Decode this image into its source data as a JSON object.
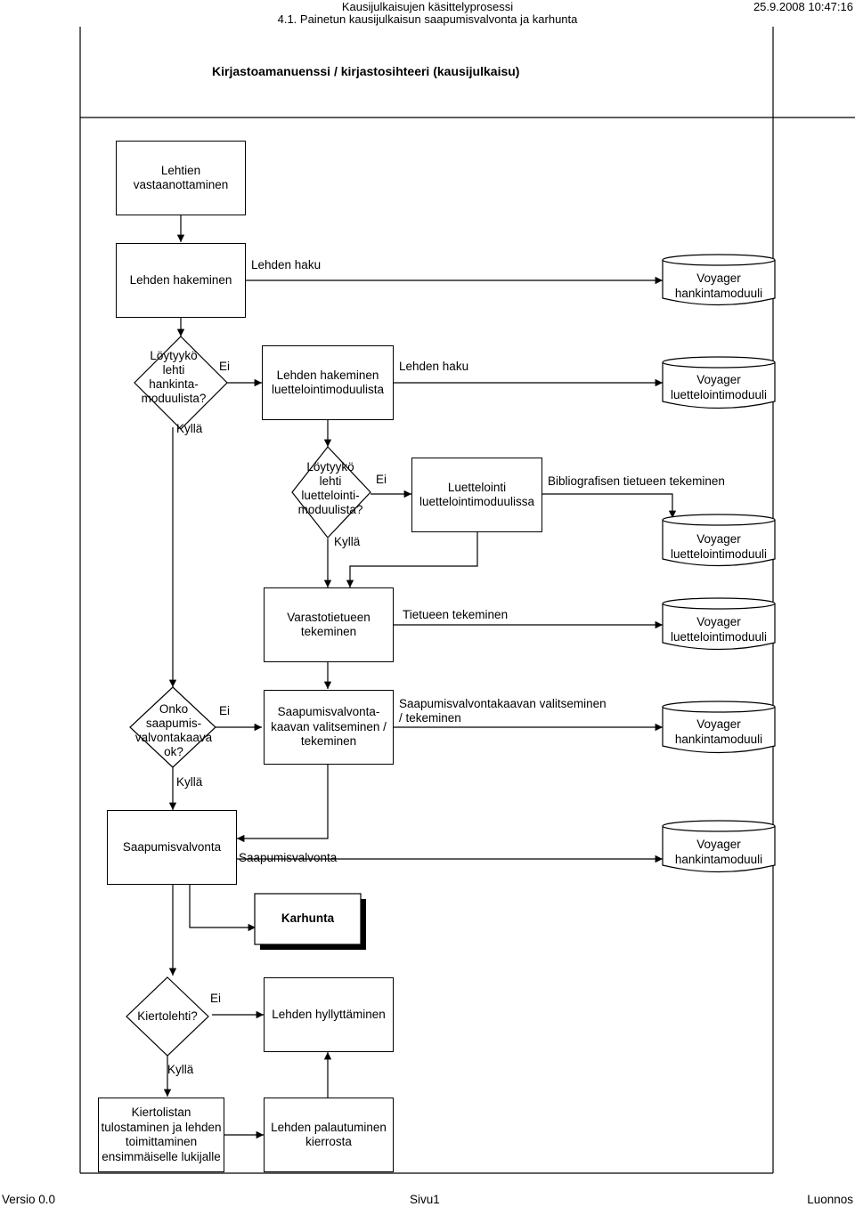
{
  "header": {
    "process": "Kausijulkaisujen käsittelyprosessi",
    "subprocess": "4.1. Painetun kausijulkaisun saapumisvalvonta ja karhunta",
    "datetime": "25.9.2008 10:47:16"
  },
  "lane_title": "Kirjastoamanuenssi / kirjastosihteeri (kausijulkaisu)",
  "boxes": {
    "vastaanotto": [
      "Lehtien",
      "vastaanottaminen"
    ],
    "hakeminen": "Lehden hakeminen",
    "hakeminen_luettelo": [
      "Lehden hakeminen",
      "luettelointimoduulista"
    ],
    "luettelointi": [
      "Luettelointi",
      "luettelointimoduulissa"
    ],
    "varasto": [
      "Varastotietueen",
      "tekeminen"
    ],
    "kaava": [
      "Saapumisvalvonta-",
      "kaavan valitseminen /",
      "tekeminen"
    ],
    "saapumisvalvonta": "Saapumisvalvonta",
    "karhunta": "Karhunta",
    "hyllyttaminen": "Lehden hyllyttäminen",
    "kiertolista": [
      "Kiertolistan",
      "tulostaminen ja lehden",
      "toimittaminen",
      "ensimmäiselle lukijalle"
    ],
    "palautuminen": [
      "Lehden palautuminen",
      "kierrosta"
    ]
  },
  "decisions": {
    "d1": [
      "Löytyykö",
      "lehti",
      "hankinta-",
      "moduulista?"
    ],
    "d2": [
      "Löytyykö",
      "lehti",
      "luettelointi-",
      "moduulista?"
    ],
    "d3": [
      "Onko",
      "saapumis-",
      "valvontakaava",
      "ok?"
    ],
    "d4": "Kiertolehti?"
  },
  "branch_labels": {
    "no": "Ei",
    "yes": "Kyllä"
  },
  "flow_labels": {
    "haku1": "Lehden haku",
    "haku2": "Lehden haku",
    "biblio": "Bibliografisen tietueen tekeminen",
    "tietue": "Tietueen tekeminen",
    "kaava": [
      "Saapumisvalvontakaavan valitseminen",
      "/ tekeminen"
    ],
    "saapumisvalvonta": "Saapumisvalvonta"
  },
  "databases": {
    "db1": [
      "Voyager",
      "hankintamoduuli"
    ],
    "db2": [
      "Voyager",
      "luettelointimoduuli"
    ],
    "db3": [
      "Voyager",
      "luettelointimoduuli"
    ],
    "db4": [
      "Voyager",
      "luettelointimoduuli"
    ],
    "db5": [
      "Voyager",
      "hankintamoduuli"
    ],
    "db6": [
      "Voyager",
      "hankintamoduuli"
    ]
  },
  "footer": {
    "version": "Versio 0.0",
    "page": "Sivu1",
    "status": "Luonnos"
  }
}
